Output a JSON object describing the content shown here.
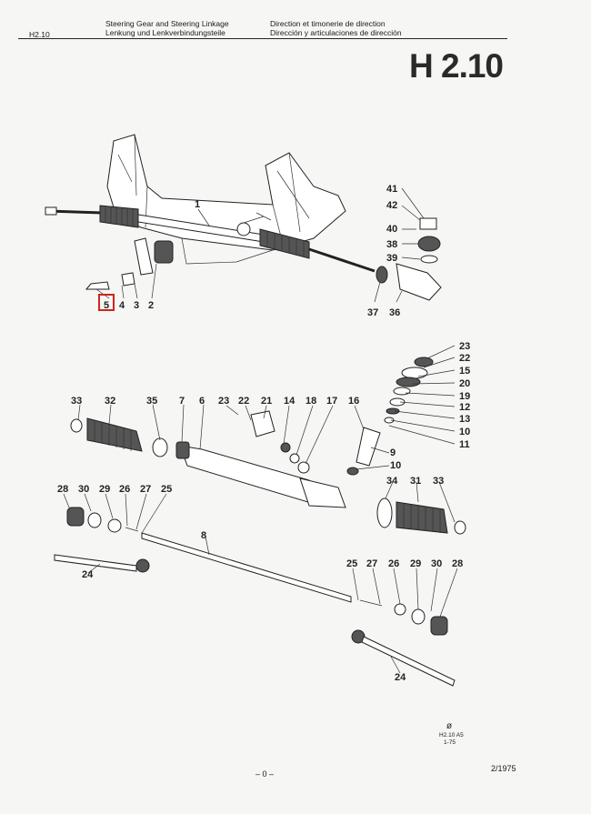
{
  "header": {
    "code": "H2.10",
    "title_en": "Steering Gear and Steering Linkage",
    "title_de": "Lenkung und Lenkverbindungsteile",
    "title_fr": "Direction et timonerie de direction",
    "title_es": "Dirección y articulaciones de dirección"
  },
  "big_code": "H 2.10",
  "diagram": {
    "top_labels": [
      "1",
      "5",
      "4",
      "3",
      "2",
      "41",
      "42",
      "40",
      "38",
      "39",
      "37",
      "36"
    ],
    "exploded_labels": [
      "23",
      "22",
      "15",
      "20",
      "19",
      "12",
      "13",
      "10",
      "11",
      "33",
      "32",
      "35",
      "7",
      "6",
      "23",
      "22",
      "21",
      "14",
      "18",
      "17",
      "16",
      "9",
      "10",
      "34",
      "31",
      "33",
      "28",
      "30",
      "29",
      "26",
      "27",
      "25",
      "8",
      "24",
      "25",
      "27",
      "26",
      "29",
      "30",
      "28",
      "24"
    ],
    "highlighted_part": "5"
  },
  "footer": {
    "ref_code": "H2.10 A5",
    "ref_date": "1-75",
    "page_number": "– 0 –",
    "publication_date": "2/1975"
  }
}
